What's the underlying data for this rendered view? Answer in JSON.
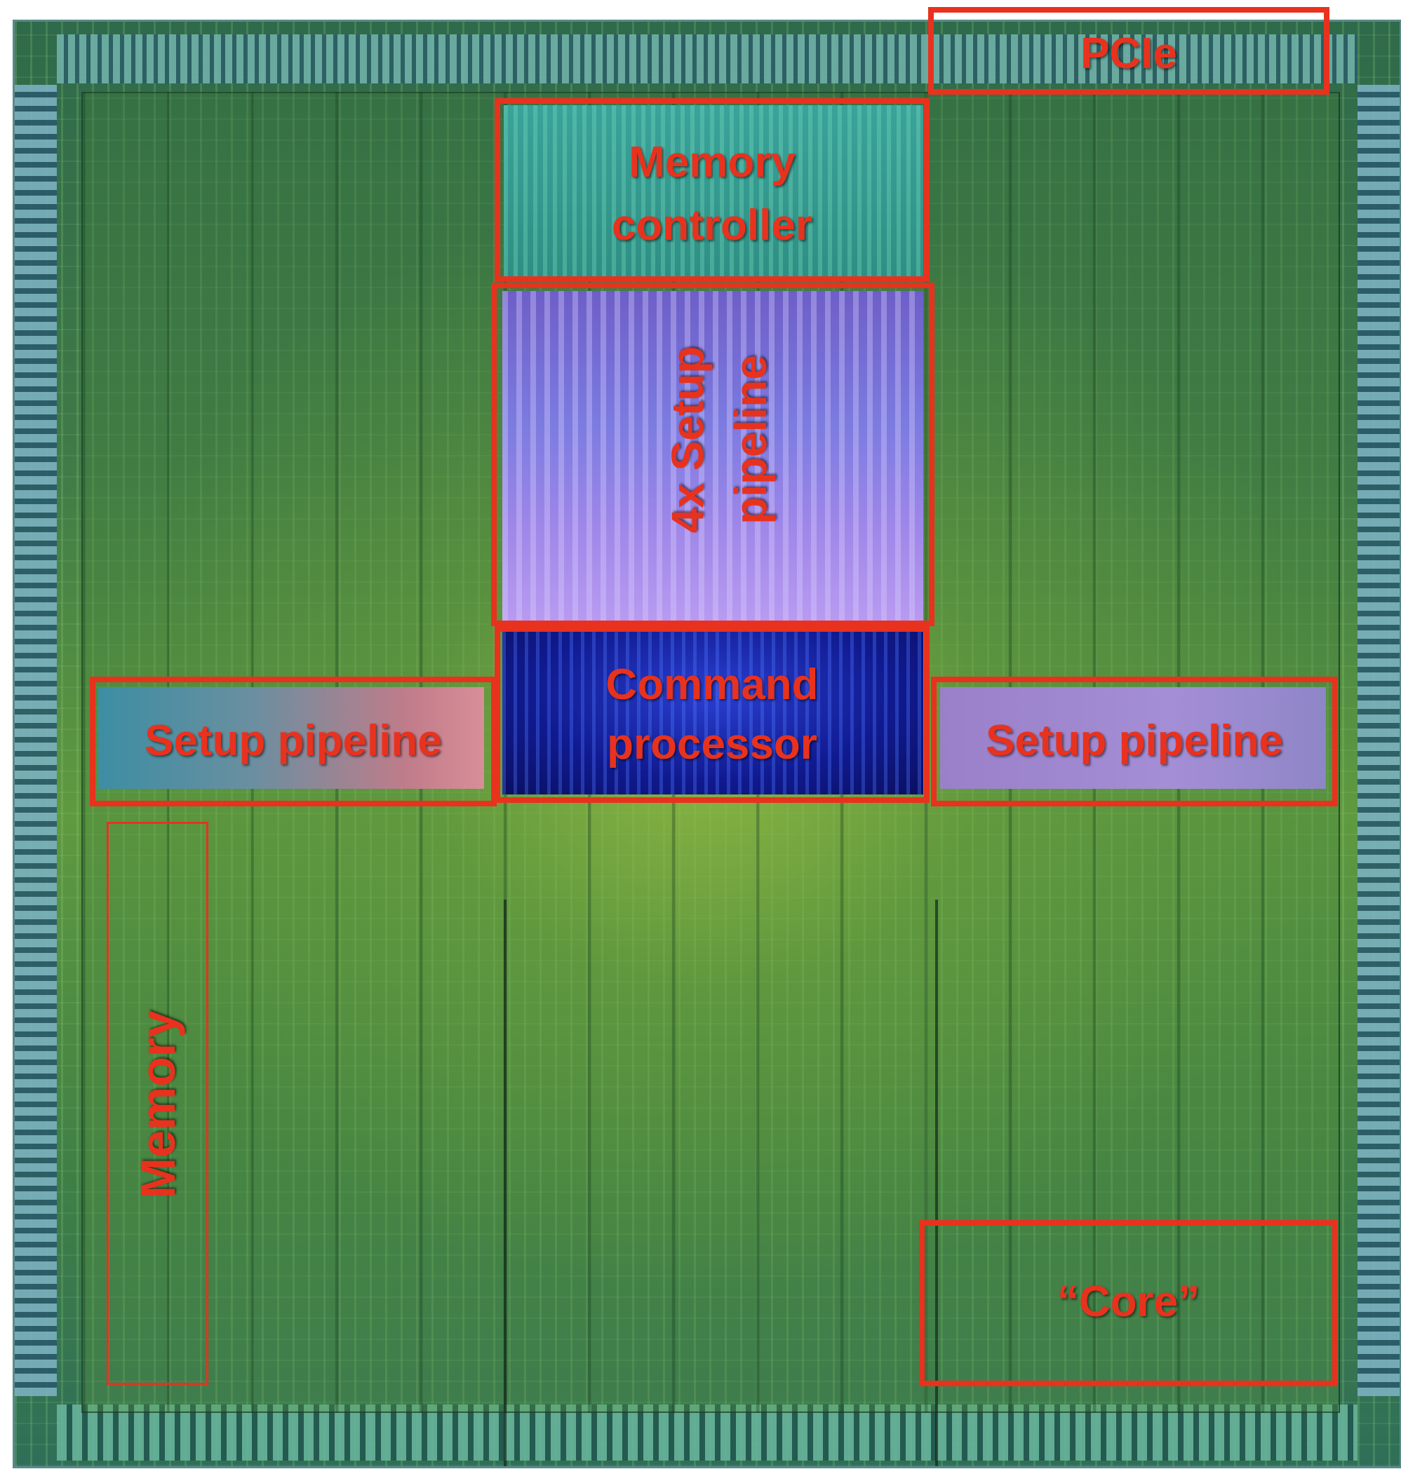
{
  "annotation_color": "#e8321e",
  "labels": {
    "pcie": "PCIe",
    "memory_controller_line1": "Memory",
    "memory_controller_line2": "controller",
    "setup4x_line1": "4x Setup",
    "setup4x_line2": "pipeline",
    "command_processor_line1": "Command",
    "command_processor_line2": "processor",
    "setup_pipeline_left": "Setup pipeline",
    "setup_pipeline_right": "Setup pipeline",
    "memory": "Memory",
    "core": "“Core”"
  }
}
